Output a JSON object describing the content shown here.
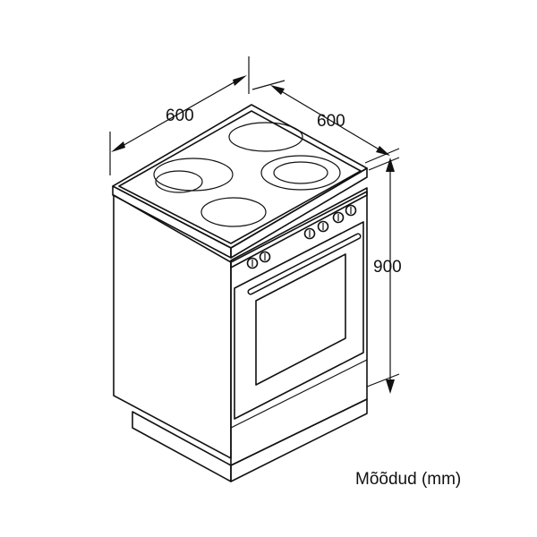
{
  "dimensions": {
    "width": "600",
    "depth": "600",
    "height": "900"
  },
  "caption": "Mõõdud (mm)",
  "colors": {
    "cooktop_glass": "#4a4a4a",
    "oven_door_glass": "#4d4d4d",
    "oven_door_frame": "#bdbdbd",
    "line": "#111111",
    "body": "#ffffff"
  }
}
